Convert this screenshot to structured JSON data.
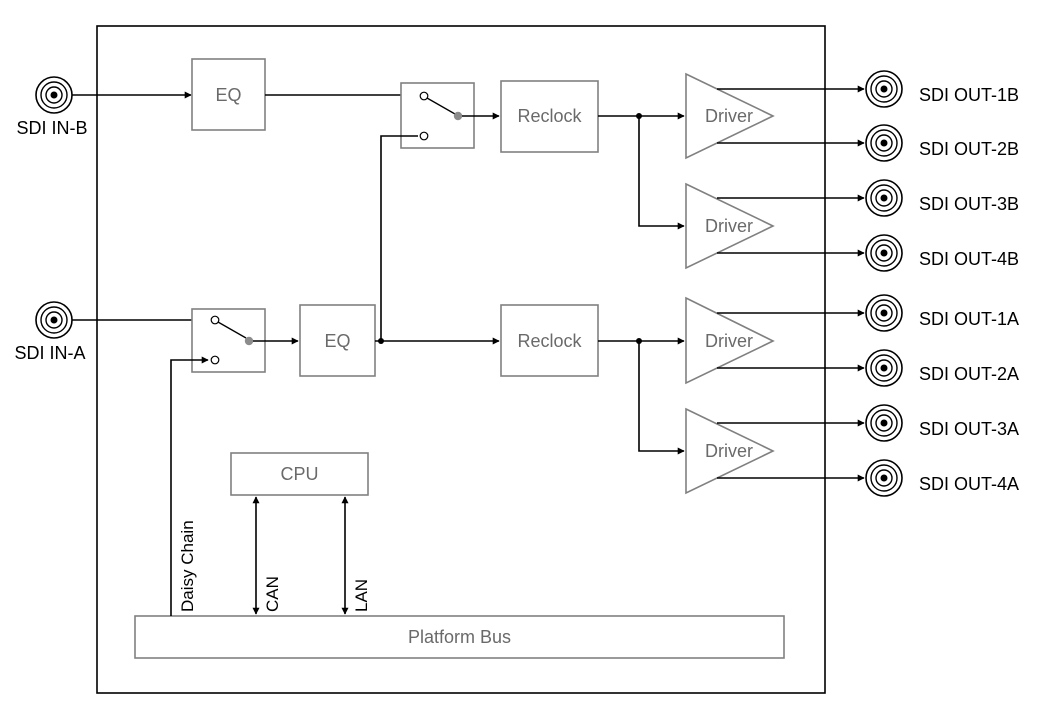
{
  "inputs": {
    "in_b": "SDI IN-B",
    "in_a": "SDI IN-A"
  },
  "blocks": {
    "eq_b": "EQ",
    "eq_a": "EQ",
    "reclock_b": "Reclock",
    "reclock_a": "Reclock",
    "driver": "Driver",
    "cpu": "CPU",
    "platform_bus": "Platform Bus"
  },
  "links": {
    "daisy_chain": "Daisy Chain",
    "can": "CAN",
    "lan": "LAN"
  },
  "outputs": [
    "SDI OUT-1B",
    "SDI OUT-2B",
    "SDI OUT-3B",
    "SDI OUT-4B",
    "SDI OUT-1A",
    "SDI OUT-2A",
    "SDI OUT-3A",
    "SDI OUT-4A"
  ]
}
